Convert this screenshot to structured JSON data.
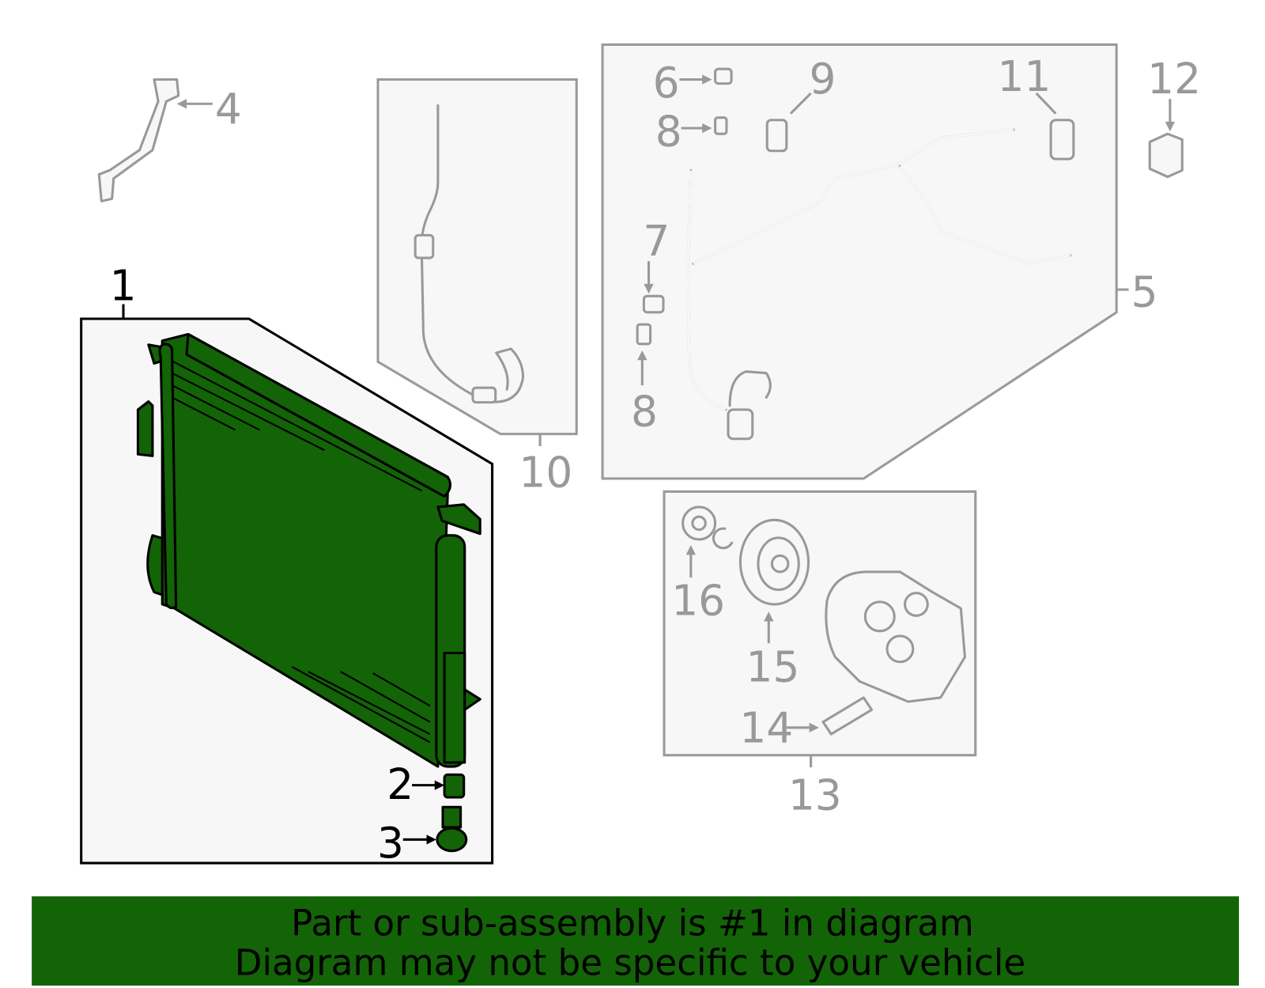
{
  "diagram": {
    "highlight_color": "#136307",
    "callouts": [
      "1",
      "2",
      "3",
      "4",
      "5",
      "6",
      "7",
      "8",
      "8",
      "9",
      "10",
      "11",
      "12",
      "13",
      "14",
      "15",
      "16"
    ],
    "highlighted_callouts": [
      "1",
      "2",
      "3"
    ]
  },
  "banner": {
    "line1": "Part or sub-assembly is #1 in diagram",
    "line2": "Diagram may not be specific to your vehicle",
    "background": "#136307"
  }
}
